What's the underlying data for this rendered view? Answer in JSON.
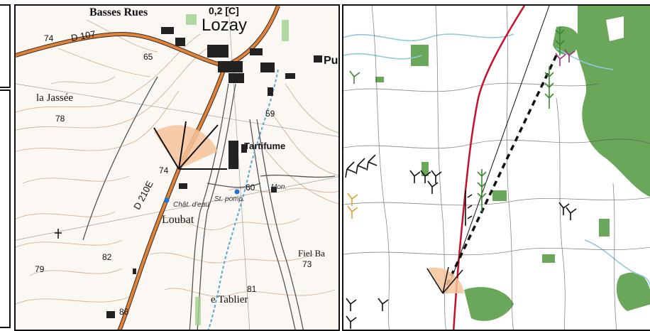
{
  "topo_map": {
    "places": {
      "basses_rues": "Basses Rues",
      "lozay": "Lozay",
      "pu": "Pu",
      "la_jassee": "la Jassée",
      "tartifume": "Tartifume",
      "loubat": "Loubat",
      "fiel_ba": "Fiel Ba",
      "le_tablier": "e Tablier"
    },
    "road_labels": {
      "d107": "D 107",
      "d210": "D 210E",
      "top_code": "0,2 [C]"
    },
    "annotations": {
      "chat_eau": "Chât. d'eau",
      "st_pomp": "St. pomp.",
      "mon": "Mon."
    },
    "elevations": {
      "e74_top": "74",
      "e65": "65",
      "e78": "78",
      "e59": "59",
      "e74_mid": "74",
      "e60": "60",
      "e82": "82",
      "e79": "79",
      "e73": "73",
      "e81": "81",
      "e86": "86"
    }
  },
  "overview_map": {
    "colors": {
      "road_red": "#c8102e",
      "forest": "#6aa75a",
      "water": "#8ec9dc",
      "sector": "#f6c39a",
      "turbine_black": "#111111",
      "turbine_green": "#3a8a35",
      "turbine_purple": "#a0307a",
      "turbine_orange": "#e0a030"
    }
  },
  "colors": {
    "road_orange": "#e0833a",
    "contour": "#c9a081",
    "sector_fill": "#f6c39a",
    "stream": "#57a6d6",
    "blue_point": "#1e73d8"
  }
}
